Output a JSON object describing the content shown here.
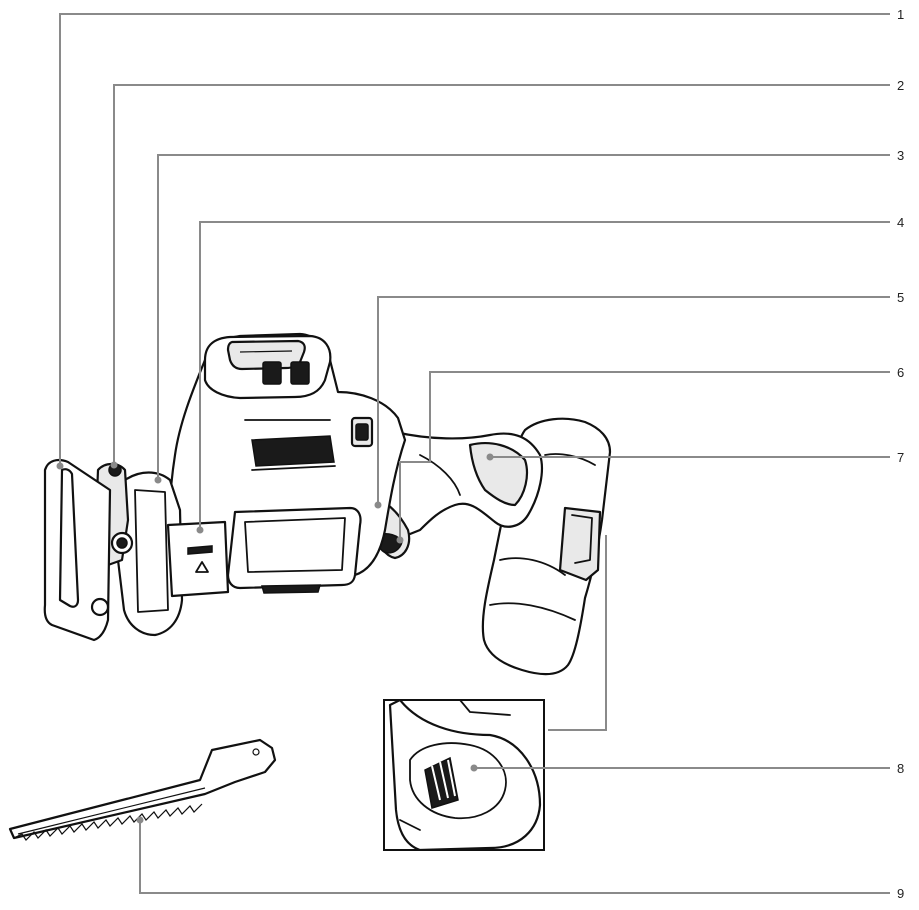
{
  "callouts": [
    {
      "label": "1"
    },
    {
      "label": "2"
    },
    {
      "label": "3"
    },
    {
      "label": "4"
    },
    {
      "label": "5"
    },
    {
      "label": "6"
    },
    {
      "label": "7"
    },
    {
      "label": "8"
    },
    {
      "label": "9"
    }
  ],
  "icons": {
    "tool": "reciprocating-saw-illustration",
    "blade": "saw-blade-illustration",
    "inset": "battery-terminal-detail-inset"
  }
}
